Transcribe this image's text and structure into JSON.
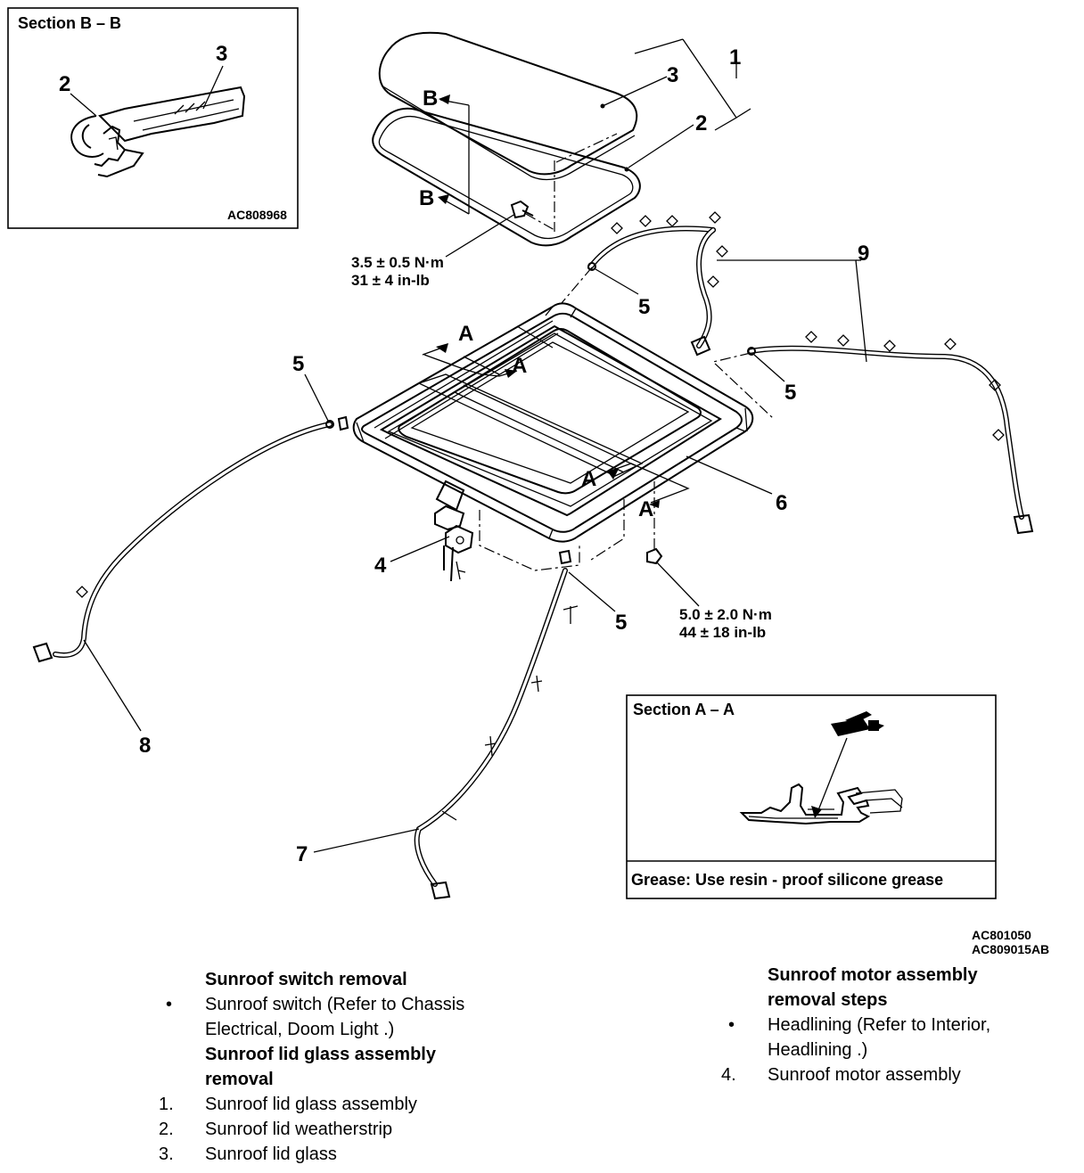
{
  "section_b": {
    "title": "Section B – B",
    "callouts": [
      "2",
      "3"
    ],
    "code": "AC808968"
  },
  "section_a": {
    "title": "Section A – A",
    "grease_note": "Grease: Use resin - proof silicone grease"
  },
  "callouts": {
    "lid_assembly": "1",
    "weatherstrip": "2",
    "lid_glass": "3",
    "motor": "4",
    "drain_front_left": "5",
    "drain_front_right": "5",
    "drain_rear_left": "5",
    "drain_rear_right": "5",
    "frame": "6",
    "hose_rear_right": "7",
    "hose_left": "8",
    "hose_clips": "9"
  },
  "section_marks": {
    "b_upper": "B",
    "b_lower": "B",
    "a_top_outer": "A",
    "a_top_inner": "A",
    "a_bottom_inner": "A",
    "a_bottom_outer": "A"
  },
  "torques": {
    "lid_bolt_nm": "3.5 ± 0.5 N·m",
    "lid_bolt_inlb": "31 ± 4 in-lb",
    "frame_bolt_nm": "5.0 ± 2.0 N·m",
    "frame_bolt_inlb": "44 ± 18 in-lb"
  },
  "figure_codes": [
    "AC801050",
    "AC809015AB"
  ],
  "procedure_left": {
    "switch_heading": "Sunroof switch removal",
    "switch_steps": [
      {
        "marker": "•",
        "text": "Sunroof switch (Refer to Chassis Electrical, Doom Light .)"
      }
    ],
    "lid_heading": "Sunroof lid glass assembly removal",
    "lid_steps": [
      {
        "marker": "1.",
        "text": "Sunroof lid glass assembly"
      },
      {
        "marker": "2.",
        "text": "Sunroof lid weatherstrip"
      },
      {
        "marker": "3.",
        "text": "Sunroof lid glass"
      }
    ]
  },
  "procedure_right": {
    "motor_heading": "Sunroof motor assembly removal steps",
    "motor_steps": [
      {
        "marker": "•",
        "text": "Headlining (Refer to Interior, Headlining .)"
      },
      {
        "marker": "4.",
        "text": "Sunroof motor assembly"
      }
    ]
  }
}
